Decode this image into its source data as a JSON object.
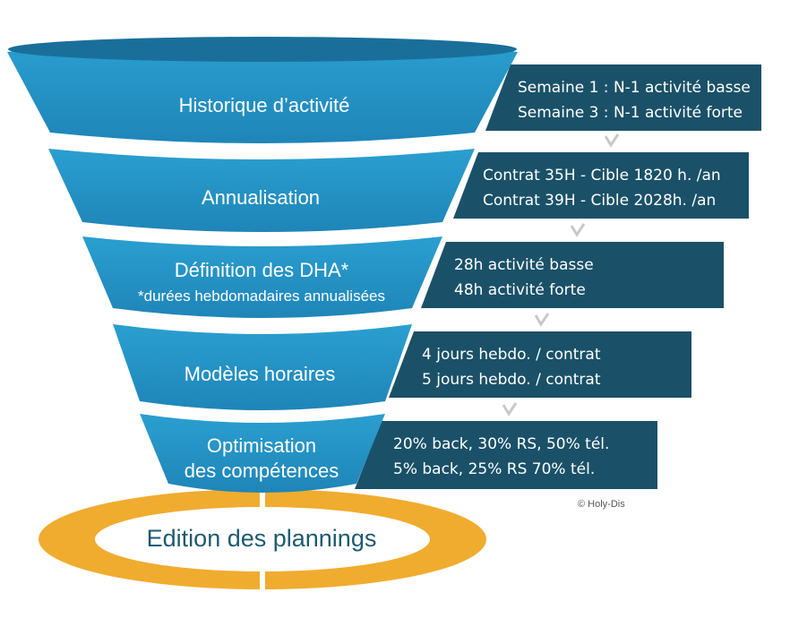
{
  "colors": {
    "funnel_blue": "#2a92c2",
    "funnel_blue_dark": "#1d78a5",
    "box_dark": "#1a5168",
    "base_yellow": "#f0ac2e",
    "base_text": "#1e5a70",
    "arrow_grey": "#c8c8c8"
  },
  "funnel": [
    {
      "title": "Historique d’activité",
      "subtitle": "",
      "details": [
        "Semaine 1 : N-1 activité basse",
        "Semaine 3 : N-1 activité forte"
      ]
    },
    {
      "title": "Annualisation",
      "subtitle": "",
      "details": [
        "Contrat 35H - Cible 1820 h. /an",
        "Contrat 39H - Cible 2028h. /an"
      ]
    },
    {
      "title": "Définition des DHA*",
      "subtitle": "*durées hebdomadaires annualisées",
      "details": [
        "28h activité basse",
        "48h activité forte"
      ]
    },
    {
      "title": "Modèles horaires",
      "subtitle": "",
      "details": [
        "4 jours hebdo. / contrat",
        "5 jours hebdo. / contrat"
      ]
    },
    {
      "title": "Optimisation",
      "subtitle": "des compétences",
      "details": [
        "20% back, 30% RS, 50% tél.",
        "5% back, 25% RS 70% tél."
      ]
    }
  ],
  "arrow_icon": "chevron-down-icon",
  "base": {
    "label": "Edition des plannings"
  },
  "copyright": "© Holy-Dis"
}
